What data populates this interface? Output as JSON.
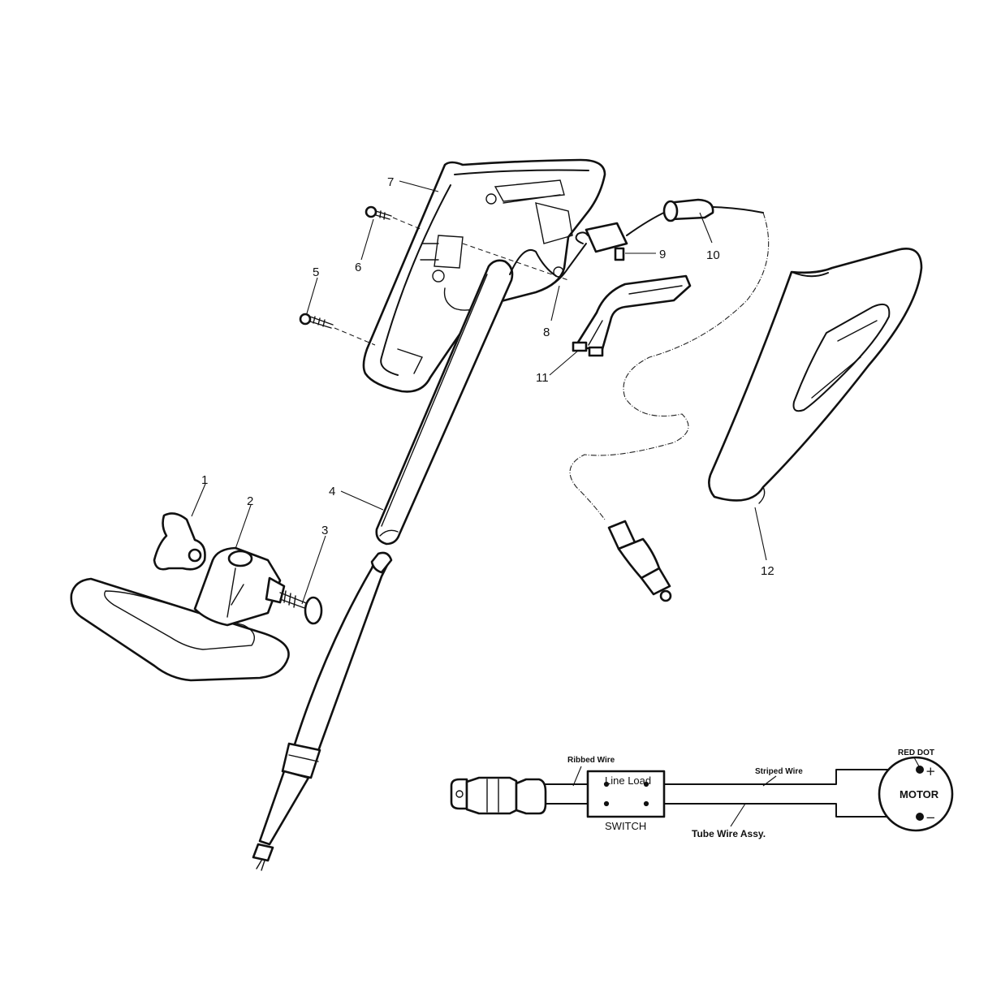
{
  "callouts": [
    {
      "id": "1",
      "text": "1"
    },
    {
      "id": "2",
      "text": "2"
    },
    {
      "id": "3",
      "text": "3"
    },
    {
      "id": "4",
      "text": "4"
    },
    {
      "id": "5",
      "text": "5"
    },
    {
      "id": "6",
      "text": "6"
    },
    {
      "id": "7",
      "text": "7"
    },
    {
      "id": "8",
      "text": "8"
    },
    {
      "id": "9",
      "text": "9"
    },
    {
      "id": "10",
      "text": "10"
    },
    {
      "id": "11",
      "text": "11"
    },
    {
      "id": "12",
      "text": "12"
    }
  ],
  "wiring": {
    "ribbed_wire": "Ribbed Wire",
    "striped_wire": "Striped Wire",
    "tube_wire": "Tube Wire Assy.",
    "switch_inner": "Line Load",
    "switch": "SWITCH",
    "red_dot": "RED DOT",
    "motor": "MOTOR",
    "plus": "+",
    "minus": "−"
  }
}
